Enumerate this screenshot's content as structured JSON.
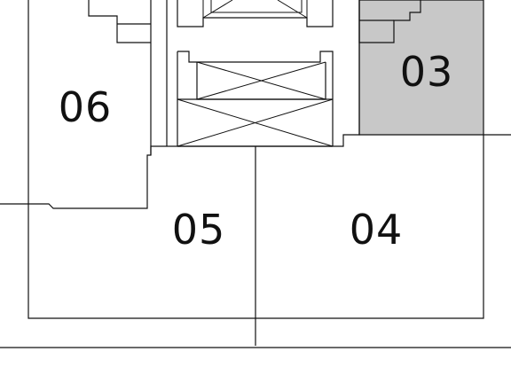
{
  "floor_plan": {
    "units": [
      {
        "label": "06",
        "highlighted": false
      },
      {
        "label": "03",
        "highlighted": true
      },
      {
        "label": "05",
        "highlighted": false
      },
      {
        "label": "04",
        "highlighted": false
      }
    ],
    "colors": {
      "line": "#111111",
      "highlight": "#c8c8c8",
      "background": "#ffffff"
    }
  }
}
